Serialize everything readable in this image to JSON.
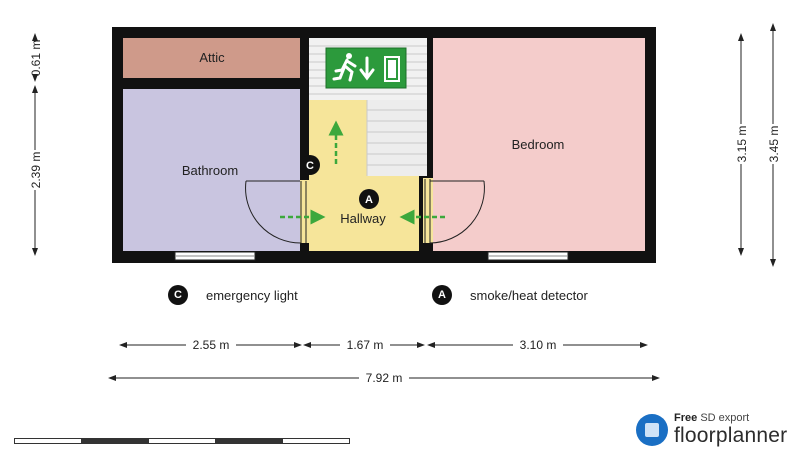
{
  "rooms": {
    "attic": "Attic",
    "bathroom": "Bathroom",
    "bedroom": "Bedroom",
    "hallway": "Hallway"
  },
  "markers": {
    "emergency_light": "C",
    "detector": "A"
  },
  "legend": {
    "emergency_light": {
      "symbol": "C",
      "label": "emergency light"
    },
    "detector": {
      "symbol": "A",
      "label": "smoke/heat detector"
    }
  },
  "dimensions": {
    "left_top": "0.61 m",
    "left_bottom": "2.39 m",
    "right_inner": "3.15 m",
    "right_outer": "3.45 m",
    "bottom_1": "2.55 m",
    "bottom_2": "1.67 m",
    "bottom_3": "3.10 m",
    "total": "7.92 m"
  },
  "colors": {
    "attic": "#cf9a8a",
    "bathroom": "#c9c5e0",
    "bedroom": "#f4cccb",
    "hallway": "#f6e59a",
    "exit_sign": "#2c9a3c",
    "arrow": "#3ca83c",
    "wall": "#111111"
  },
  "icons": {
    "exit_sign": "emergency-exit-sign-icon",
    "arrows": "green-escape-arrow-icon"
  },
  "brand": {
    "tag_bold": "Free",
    "tag": "SD export",
    "name": "floorplanner"
  }
}
